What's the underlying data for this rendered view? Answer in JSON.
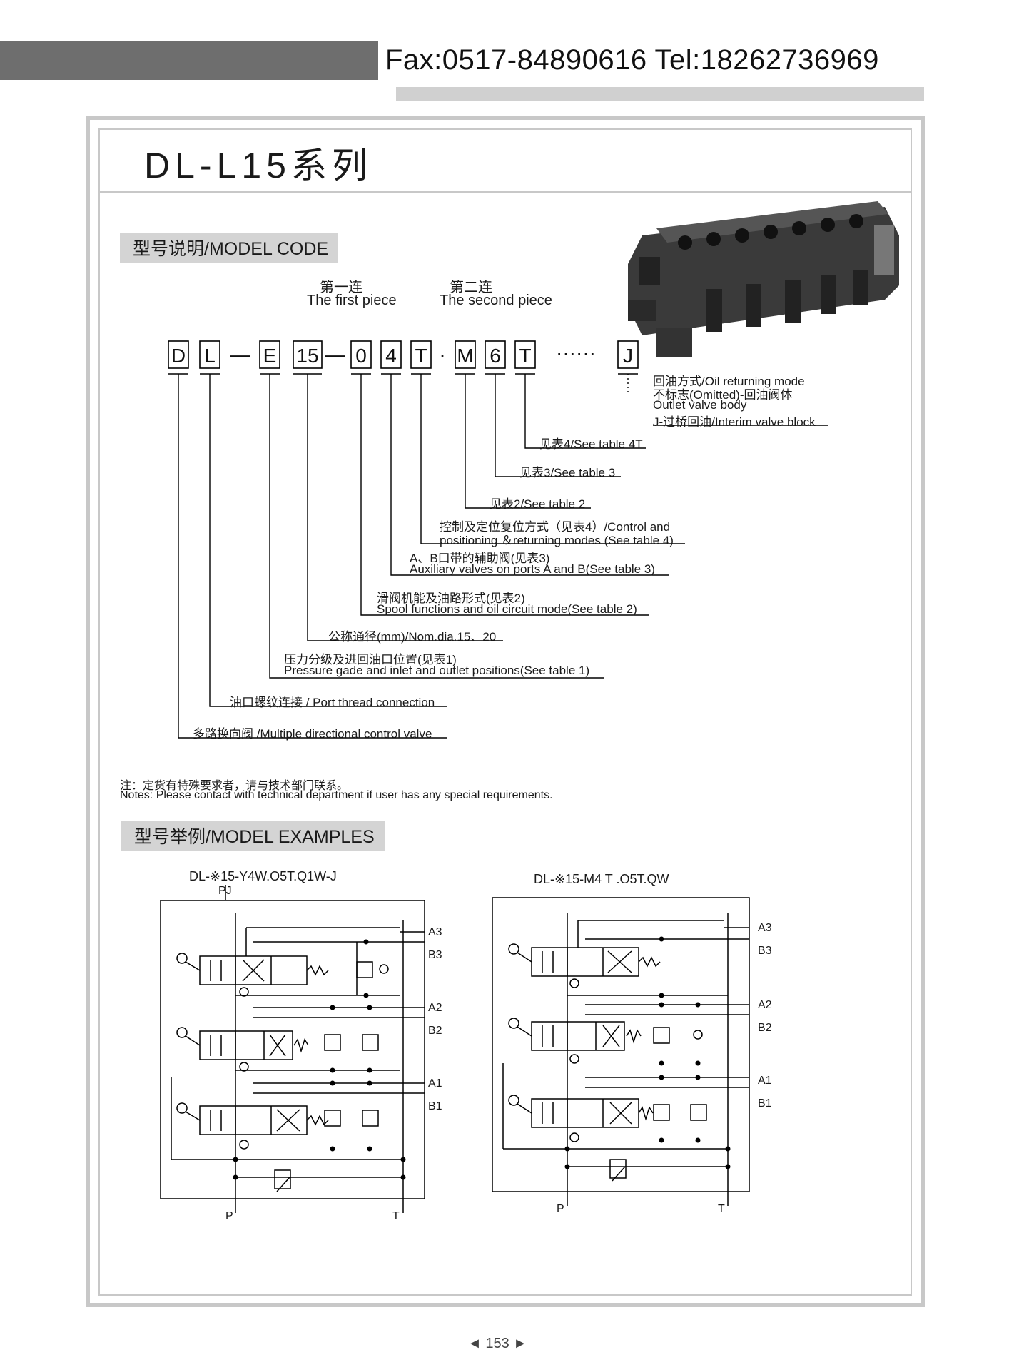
{
  "header": {
    "contact": "Fax:0517-84890616 Tel:18262736969"
  },
  "series_title": "DL-L15系列",
  "sections": {
    "model_code": "型号说明/MODEL CODE",
    "model_examples": "型号举例/MODEL EXAMPLES"
  },
  "pieces": {
    "first_cn": "第一连",
    "first_en": "The first piece",
    "second_cn": "第二连",
    "second_en": "The second piece"
  },
  "code_boxes": [
    "D",
    "L",
    "—",
    "E",
    "15",
    "—",
    "0",
    "4",
    "T",
    "·",
    "M",
    "6",
    "T",
    "······",
    "J"
  ],
  "callouts": {
    "oil_return_1": "回油方式/Oil returning mode",
    "oil_return_2": "不标志(Omitted)-回油阀体",
    "oil_return_3": "Outlet valve body",
    "oil_return_4": "J-过桥回油/Interim valve block",
    "table4t": "见表4/See table 4T",
    "table3": "见表3/See table 3",
    "table2": "见表2/See table 2",
    "control_1": "控制及定位复位方式（见表4）/Control and",
    "control_2": "positioning ＆returning modes (See table 4)",
    "aux_1": "A、B口带的辅助阀(见表3)",
    "aux_2": "Auxiliary valves on ports A and B(See table 3)",
    "spool_1": "滑阀机能及油路形式(见表2)",
    "spool_2": "Spool functions and oil circuit mode(See table 2)",
    "nominal": "公称通径(mm)/Nom.dia.15、20",
    "pressure_1": "压力分级及进回油口位置(见表1)",
    "pressure_2": "Pressure gade and inlet and outlet positions(See table 1)",
    "port": "油口螺纹连接 / Port thread connection",
    "multi": "多路换向阀 /Multiple directional control valve"
  },
  "notes": {
    "cn": "注：定货有特殊要求者，请与技术部门联系。",
    "en": "Notes: Please contact with technical department if user has any special requirements."
  },
  "examples": {
    "left_label": "DL-※15-Y4W.O5T.Q1W-J",
    "right_label": "DL-※15-M4 T .O5T.QW",
    "left_top_port": "PJ",
    "ports": [
      "A3",
      "B3",
      "A2",
      "B2",
      "A1",
      "B1"
    ],
    "bottom_p": "P",
    "bottom_t": "T"
  },
  "page_number": "153",
  "colors": {
    "header_bar": "#6e6e6e",
    "frame": "#c8c8c8",
    "section_bg": "#d4d4d4",
    "valve_body": "#3a3a3a"
  }
}
